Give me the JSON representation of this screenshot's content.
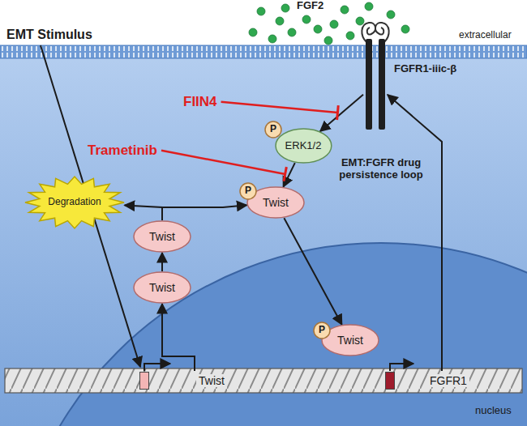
{
  "diagram": {
    "nodes": [
      {
        "text": [
          "FGFR1-iiic-β"
        ]
      },
      {
        "text": [
          "P"
        ]
      },
      {
        "text": [
          "ERK1/2"
        ]
      },
      {
        "text": [
          "P"
        ]
      },
      {
        "text": [
          "Twist"
        ]
      },
      {
        "text": [
          "Degradation"
        ]
      },
      {
        "text": [
          "Twist"
        ]
      },
      {
        "text": [
          "Twist"
        ]
      },
      {
        "text": [
          "P"
        ]
      },
      {
        "text": [
          "Twist"
        ]
      },
      {
        "text": [
          "Twist"
        ]
      },
      {
        "text": [
          "FGFR1"
        ]
      }
    ],
    "edges": [
      {
        "from": 0,
        "to": 2,
        "arrow": "to"
      },
      {
        "from": 2,
        "to": 4,
        "arrow": "to"
      },
      {
        "from": 10,
        "to": 7,
        "arrow": "to"
      },
      {
        "from": 7,
        "to": 6,
        "arrow": "to"
      },
      {
        "from": 6,
        "to": 5,
        "arrow": "to"
      },
      {
        "from": 6,
        "to": 4,
        "arrow": "to"
      },
      {
        "from": 4,
        "to": 9,
        "arrow": "to"
      },
      {
        "from": 11,
        "to": 0,
        "arrow": "to"
      }
    ],
    "labels": [
      "EMT Stimulus",
      "FGF2",
      "extracellular",
      "FIIN4",
      "Trametinib",
      "EMT:FGFR drug persistence loop",
      "nucleus"
    ]
  }
}
